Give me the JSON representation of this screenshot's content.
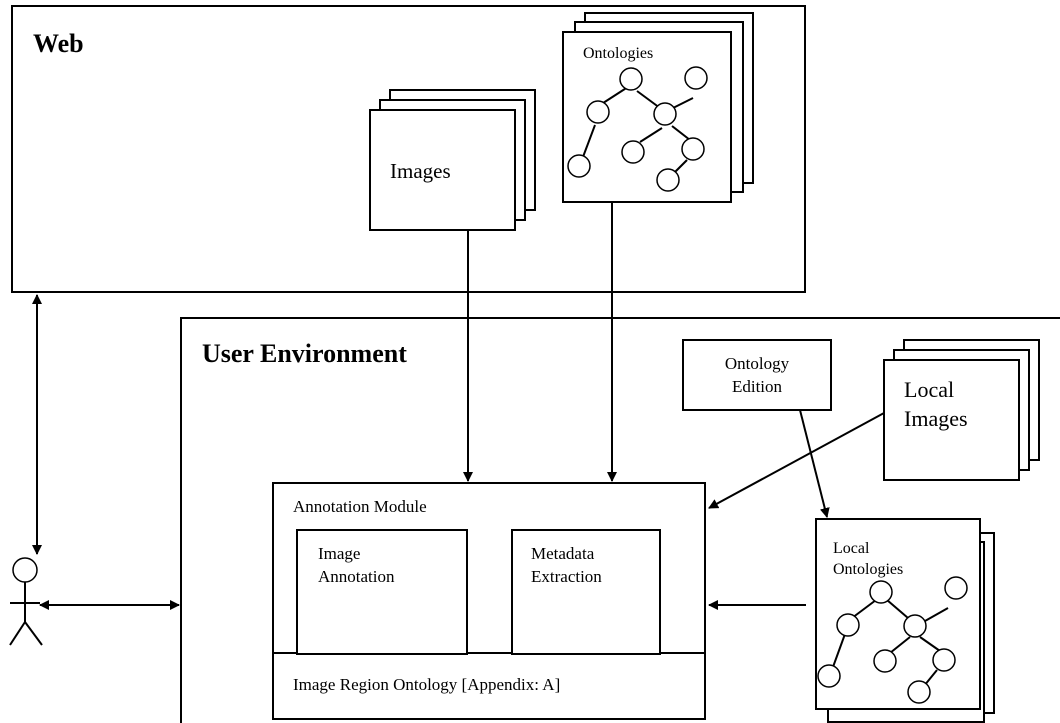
{
  "web": {
    "title": "Web"
  },
  "images_stack": {
    "label": "Images"
  },
  "ontologies_stack": {
    "label": "Ontologies"
  },
  "user_env": {
    "title": "User Environment"
  },
  "ontology_edition": {
    "line1": "Ontology",
    "line2": "Edition"
  },
  "local_images": {
    "line1": "Local",
    "line2": "Images"
  },
  "annotation_module": {
    "title": "Annotation Module",
    "image_annotation": {
      "line1": "Image",
      "line2": "Annotation"
    },
    "metadata_extraction": {
      "line1": "Metadata",
      "line2": "Extraction"
    },
    "region_ontology": "Image Region Ontology [Appendix: A]"
  },
  "local_ontologies": {
    "line1": "Local",
    "line2": "Ontologies"
  }
}
